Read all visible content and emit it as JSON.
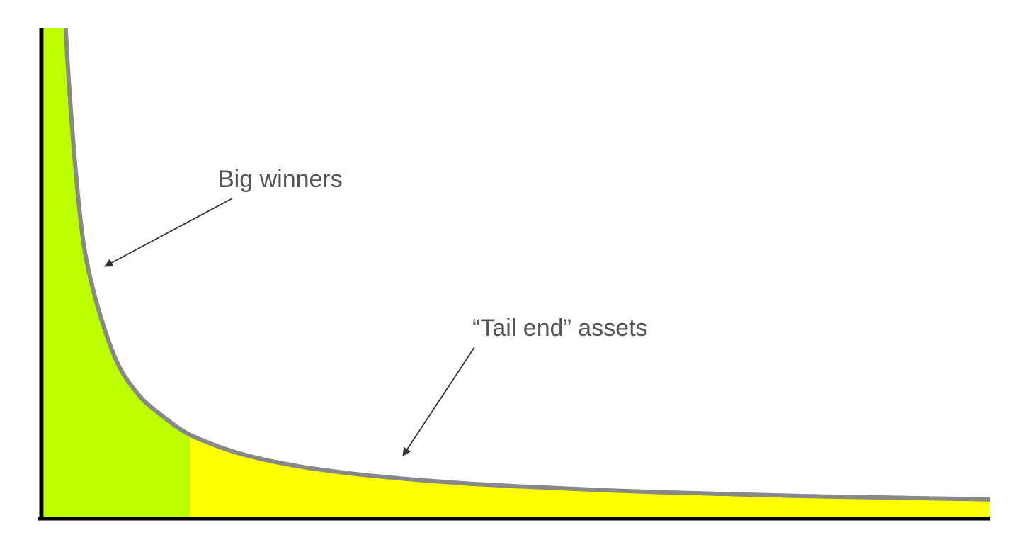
{
  "chart_data": {
    "type": "area",
    "title": "",
    "xlabel": "",
    "ylabel": "",
    "grid": false,
    "legend": "none",
    "x": [
      0.1,
      0.2,
      0.35,
      0.5,
      0.75,
      1,
      1.5,
      2,
      3,
      4,
      5,
      6,
      7,
      8,
      9,
      10,
      11,
      12,
      13,
      14,
      16,
      18,
      20,
      22,
      24,
      26,
      28,
      30,
      32,
      34,
      36,
      38,
      40
    ],
    "y": [
      100,
      55,
      31.3,
      22,
      14.7,
      11,
      7.4,
      5.6,
      3.8,
      2.9,
      2.4,
      2.0,
      1.75,
      1.55,
      1.4,
      1.28,
      1.18,
      1.1,
      1.03,
      0.97,
      0.87,
      0.79,
      0.73,
      0.68,
      0.63,
      0.59,
      0.56,
      0.53,
      0.5,
      0.48,
      0.46,
      0.44,
      0.42
    ],
    "xlim": [
      0,
      40
    ],
    "ylim": [
      0,
      11.5
    ],
    "split_x": 6.2,
    "regions": [
      {
        "color": "#bbff00"
      },
      {
        "color": "#ffff00"
      }
    ],
    "annotations": [
      {
        "label": "Big winners",
        "target_x": 2.6,
        "target_y": 5.9
      },
      {
        "label": "“Tail end” assets",
        "target_x": 15.2,
        "target_y": 1.45
      }
    ],
    "colors": {
      "curve": "#888888",
      "axis": "#000000",
      "arrow": "#333333",
      "text": "#555555"
    }
  }
}
